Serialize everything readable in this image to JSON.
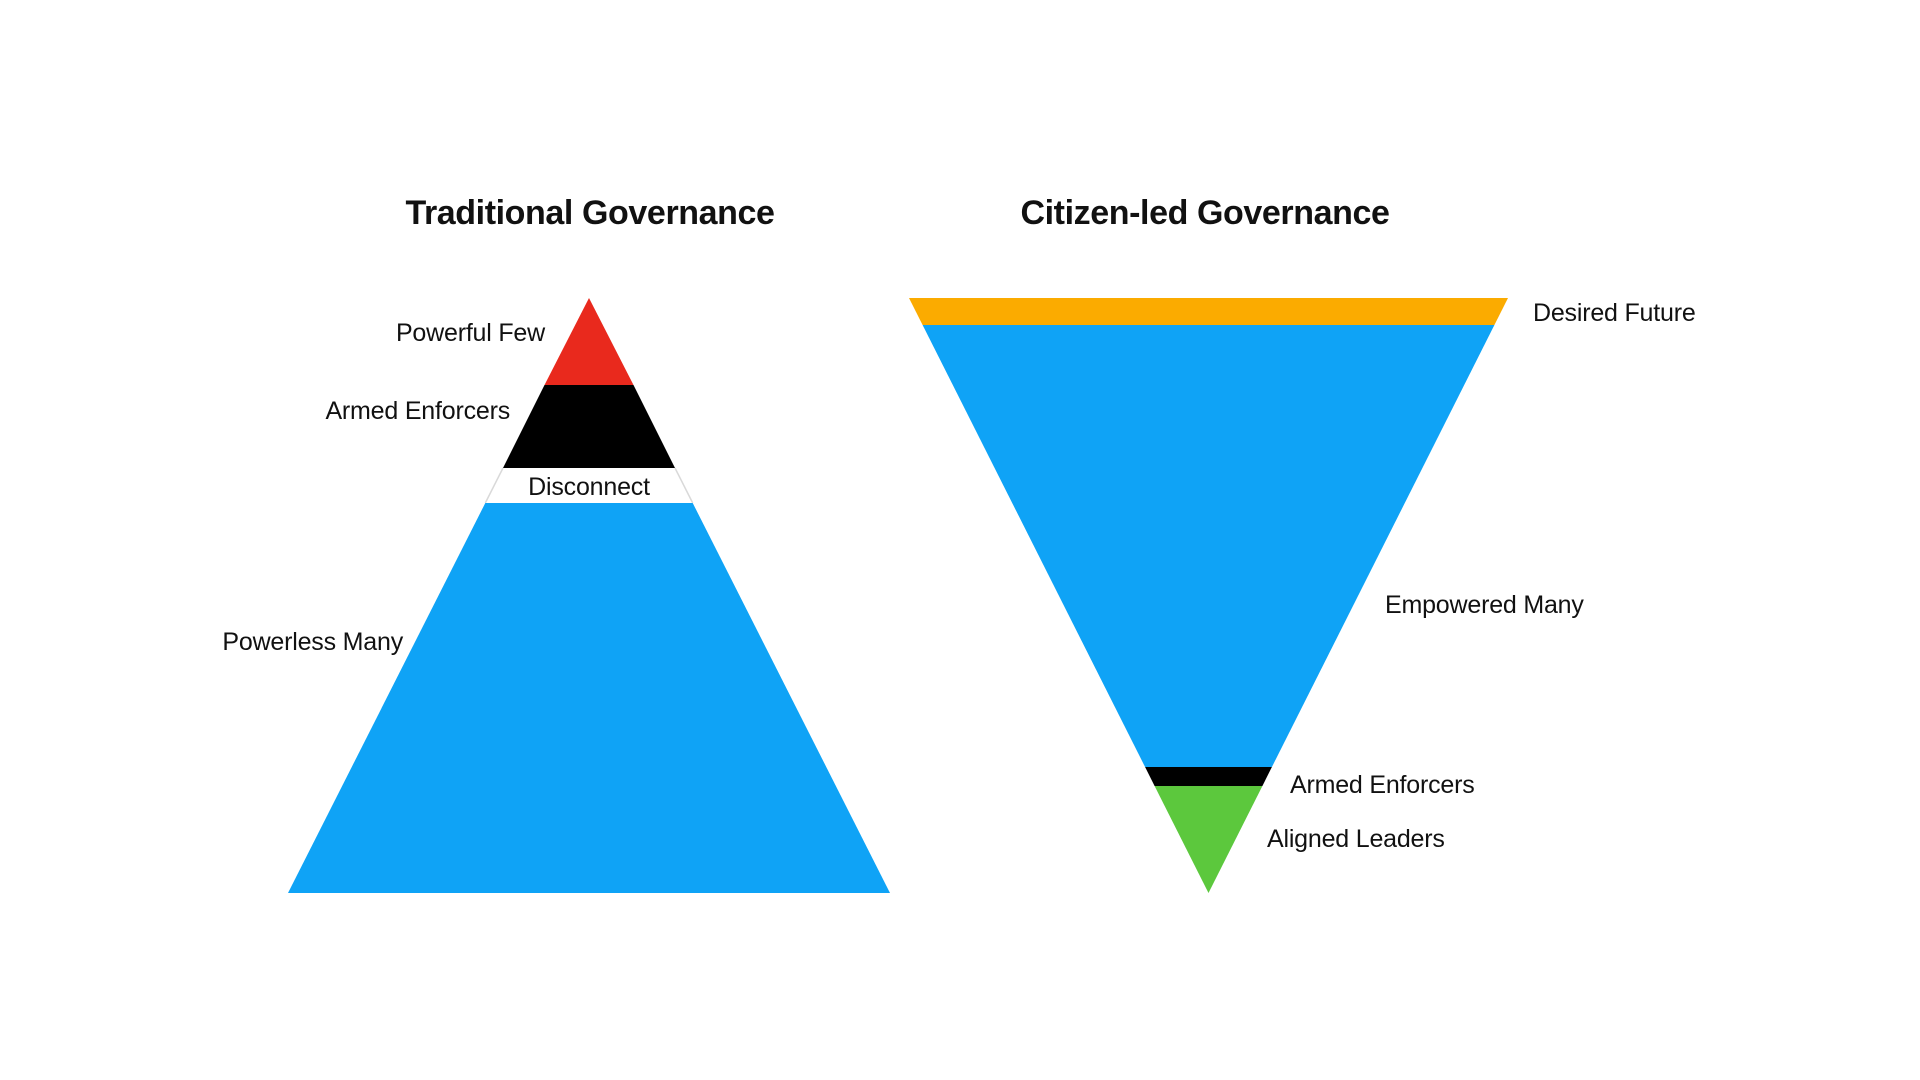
{
  "left": {
    "title": "Traditional Governance",
    "layers": [
      {
        "name": "Powerful Few",
        "color": "#E9291D"
      },
      {
        "name": "Armed Enforcers",
        "color": "#000000"
      },
      {
        "name": "Disconnect",
        "color": "#FFFFFF"
      },
      {
        "name": "Powerless Many",
        "color": "#0FA3F6"
      }
    ]
  },
  "right": {
    "title": "Citizen-led Governance",
    "layers": [
      {
        "name": "Desired Future",
        "color": "#FBAB00"
      },
      {
        "name": "Empowered Many",
        "color": "#0FA3F6"
      },
      {
        "name": "Armed Enforcers",
        "color": "#000000"
      },
      {
        "name": "Aligned Leaders",
        "color": "#5CC83D"
      }
    ]
  },
  "colors": {
    "background": "#FFFFFF",
    "text": "#111111",
    "gap_edge": "#D9D9D9"
  }
}
